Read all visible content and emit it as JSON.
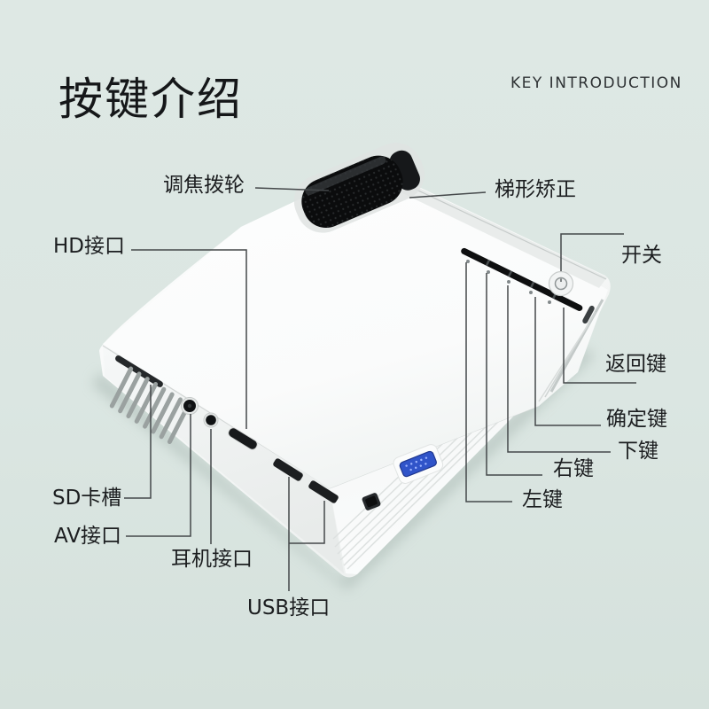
{
  "page": {
    "title": "按键介绍",
    "subtitle": "KEY INTRODUCTION",
    "background_color": "#dbe6e2",
    "text_color": "#1c1e20"
  },
  "device": {
    "kind": "mini-projector",
    "body_color": "#f6f8f8",
    "wheel_color": "#0c0d0e",
    "vga_port_color": "#3054c9"
  },
  "callouts": {
    "focus_dial": {
      "label": "调焦拨轮"
    },
    "keystone": {
      "label": "梯形矫正"
    },
    "hd_port": {
      "label": "HD接口"
    },
    "power_switch": {
      "label": "开关"
    },
    "back_key": {
      "label": "返回键"
    },
    "ok_key": {
      "label": "确定键"
    },
    "down_key": {
      "label": "下键"
    },
    "right_key": {
      "label": "右键"
    },
    "left_key": {
      "label": "左键"
    },
    "sd_slot": {
      "label": "SD卡槽"
    },
    "av_port": {
      "label": "AV接口"
    },
    "headphone_port": {
      "label": "耳机接口"
    },
    "usb_port": {
      "label": "USB接口"
    }
  }
}
